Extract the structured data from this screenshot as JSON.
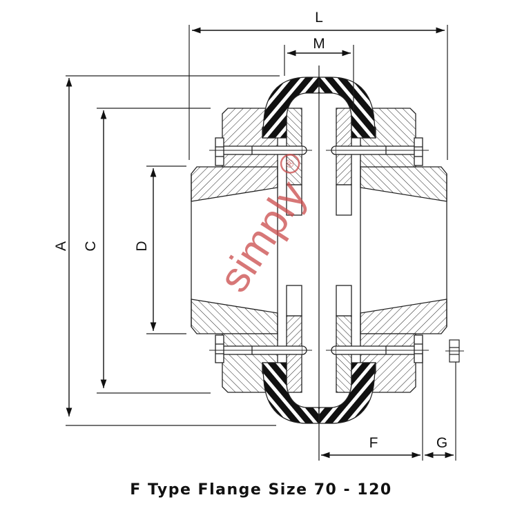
{
  "dimensions": {
    "L": "L",
    "M": "M",
    "A": "A",
    "C": "C",
    "D": "D",
    "F": "F",
    "G": "G"
  },
  "watermark": {
    "text": "simply",
    "mark": "®",
    "color": "#c94a4a"
  },
  "caption": "F Type Flange Size 70 - 120"
}
